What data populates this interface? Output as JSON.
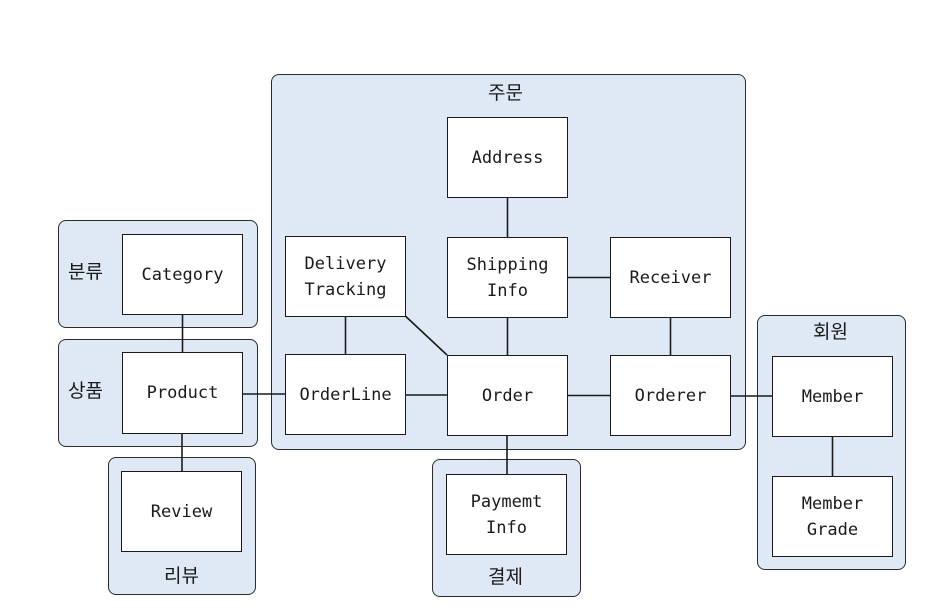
{
  "groups": {
    "order": "주문",
    "category": "분류",
    "product": "상품",
    "review": "리뷰",
    "payment": "결제",
    "member": "회원"
  },
  "nodes": {
    "address": "Address",
    "shipping_info": "Shipping\nInfo",
    "delivery_tracking": "Delivery\nTracking",
    "receiver": "Receiver",
    "order_line": "OrderLine",
    "order": "Order",
    "orderer": "Orderer",
    "category": "Category",
    "product": "Product",
    "review": "Review",
    "payment_info": "Paymemt\nInfo",
    "member": "Member",
    "member_grade": "Member\nGrade"
  },
  "edges": [
    [
      "address",
      "shipping_info"
    ],
    [
      "shipping_info",
      "receiver"
    ],
    [
      "shipping_info",
      "order"
    ],
    [
      "delivery_tracking",
      "order_line"
    ],
    [
      "delivery_tracking",
      "order"
    ],
    [
      "receiver",
      "orderer"
    ],
    [
      "order_line",
      "order"
    ],
    [
      "order",
      "orderer"
    ],
    [
      "order",
      "payment_info"
    ],
    [
      "orderer",
      "member"
    ],
    [
      "member",
      "member_grade"
    ],
    [
      "category",
      "product"
    ],
    [
      "product",
      "order_line"
    ],
    [
      "product",
      "review"
    ]
  ]
}
